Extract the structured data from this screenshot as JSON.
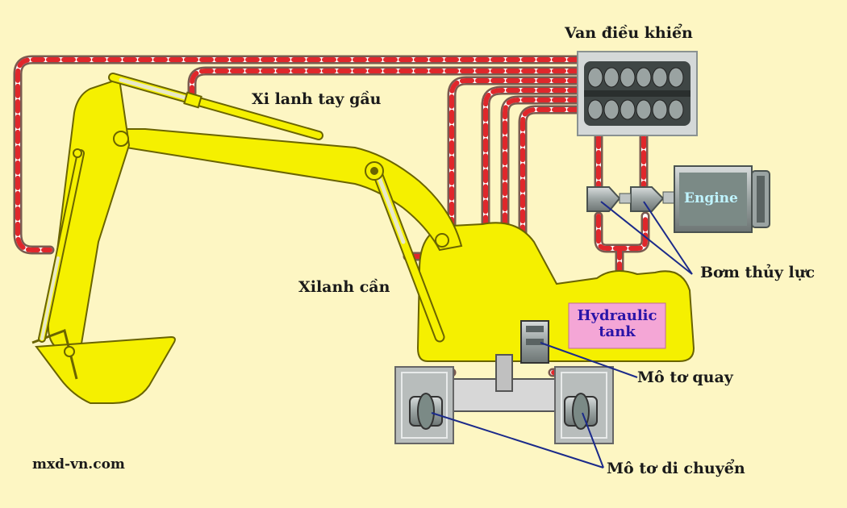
{
  "labels": {
    "control_valve": "Van điều khiển",
    "arm_cylinder": "Xi lanh tay gầu",
    "boom_cylinder": "Xilanh cần",
    "engine": "Engine",
    "hydraulic_pump": "Bơm thủy lực",
    "hydraulic_tank_line1": "Hydraulic",
    "hydraulic_tank_line2": "tank",
    "swing_motor": "Mô tơ quay",
    "travel_motor": "Mô tơ di chuyển",
    "watermark": "mxd-vn.com"
  },
  "colors": {
    "background": "#fdf6c3",
    "machine_yellow": "#f5f000",
    "hose_red": "#e0272b",
    "hose_white": "#ffffff",
    "hose_casing": "#7a5a50",
    "leader_line": "#1b2a8a",
    "engine_gray": "#7b8a86",
    "tank_pink": "#f4a6d6"
  }
}
